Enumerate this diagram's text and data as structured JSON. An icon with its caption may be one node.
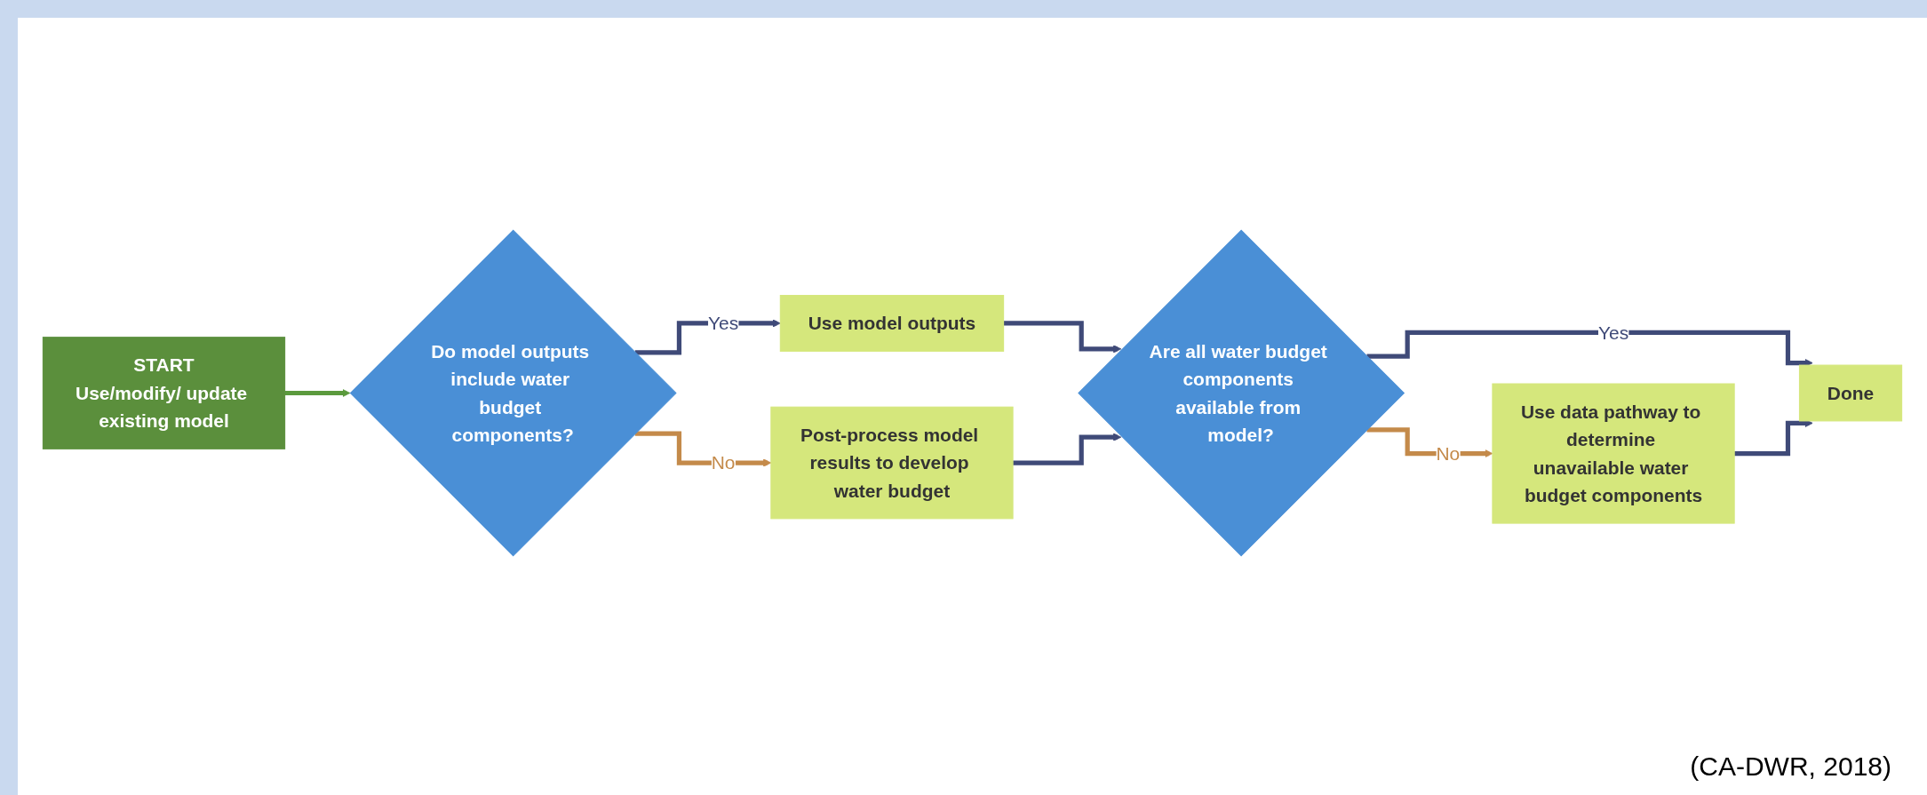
{
  "diagram": {
    "caption": "(CA-DWR, 2018)",
    "nodes": [
      {
        "text": [
          "START",
          "Use/modify/ update existing model"
        ]
      },
      {
        "text": [
          "Do model outputs include water budget components?"
        ]
      },
      {
        "text": [
          "Use model outputs"
        ]
      },
      {
        "text": [
          "Post-process model results to develop water budget"
        ]
      },
      {
        "text": [
          "Are all water budget components available from model?"
        ]
      },
      {
        "text": [
          "Use data pathway to determine unavailable water budget components"
        ]
      },
      {
        "text": [
          "Done"
        ]
      }
    ],
    "edges": [
      {
        "from": 0,
        "to": 1,
        "arrow": "to",
        "color": "#5b9a3d"
      },
      {
        "from": 1,
        "to": 2,
        "label": "Yes",
        "arrow": "to"
      },
      {
        "from": 1,
        "to": 3,
        "label": "No",
        "arrow": "to",
        "color": "#c48a4a"
      },
      {
        "from": 2,
        "to": 4,
        "arrow": "to"
      },
      {
        "from": 3,
        "to": 4,
        "arrow": "to"
      },
      {
        "from": 4,
        "to": 5,
        "label": "No",
        "arrow": "to",
        "color": "#c48a4a"
      },
      {
        "from": 4,
        "to": 6,
        "label": "Yes",
        "arrow": "to"
      },
      {
        "from": 5,
        "to": 6,
        "arrow": "to"
      }
    ]
  }
}
